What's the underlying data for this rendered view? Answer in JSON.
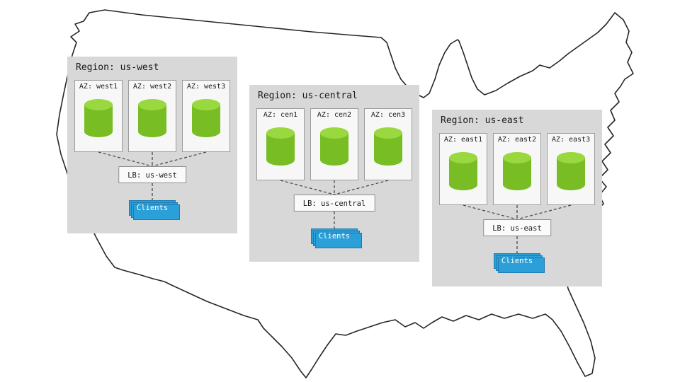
{
  "colors": {
    "panel_bg": "#d8d8d8",
    "az_box_bg": "#f7f7f7",
    "cylinder_green": "#79bd24",
    "cylinder_top_green": "#9ad83f",
    "clients_blue": "#2b9fd8",
    "map_outline": "#262626"
  },
  "regions": [
    {
      "title": "Region: us-west",
      "azs": [
        {
          "label": "AZ: west1"
        },
        {
          "label": "AZ: west2"
        },
        {
          "label": "AZ: west3"
        }
      ],
      "lb_label": "LB: us-west",
      "clients_label": "Clients"
    },
    {
      "title": "Region: us-central",
      "azs": [
        {
          "label": "AZ: cen1"
        },
        {
          "label": "AZ: cen2"
        },
        {
          "label": "AZ: cen3"
        }
      ],
      "lb_label": "LB: us-central",
      "clients_label": "Clients"
    },
    {
      "title": "Region: us-east",
      "azs": [
        {
          "label": "AZ: east1"
        },
        {
          "label": "AZ: east2"
        },
        {
          "label": "AZ: east3"
        }
      ],
      "lb_label": "LB: us-east",
      "clients_label": "Clients"
    }
  ]
}
